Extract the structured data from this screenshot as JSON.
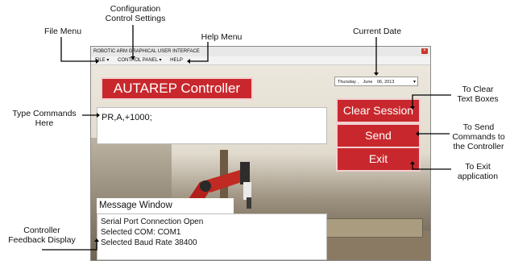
{
  "callouts": {
    "file_menu": "File Menu",
    "config_line1": "Configuration",
    "config_line2": "Control Settings",
    "help_menu": "Help Menu",
    "current_date": "Current Date",
    "type_line1": "Type Commands",
    "type_line2": "Here",
    "clear_line1": "To Clear",
    "clear_line2": "Text Boxes",
    "send_line1": "To Send",
    "send_line2": "Commands to",
    "send_line3": "the Controller",
    "exit_line1": "To Exit",
    "exit_line2": "application",
    "feedback_line1": "Controller",
    "feedback_line2": "Feedback Display"
  },
  "window": {
    "title": "ROBOTIC ARM GRAPHICAL USER INTERFACE",
    "close_glyph": "×",
    "menu": [
      {
        "label": "FILE ▾"
      },
      {
        "label": "CONTROL PANEL ▾"
      },
      {
        "label": "HELP"
      }
    ]
  },
  "brand": "AUTAREP Controller",
  "date": {
    "weekday": "Thursday ,",
    "month": "June",
    "day_year": "06, 2013",
    "dropdown_glyph": "▾"
  },
  "command_input": {
    "value": "PR,A,+1000;"
  },
  "buttons": {
    "clear": "Clear Session",
    "send": "Send",
    "exit": "Exit"
  },
  "message_window": {
    "label": "Message Window",
    "lines": [
      "Serial Port Connection Open",
      "Selected COM: COM1",
      "Selected Baud Rate 38400"
    ]
  },
  "colors": {
    "accent_red": "#c8282d"
  }
}
